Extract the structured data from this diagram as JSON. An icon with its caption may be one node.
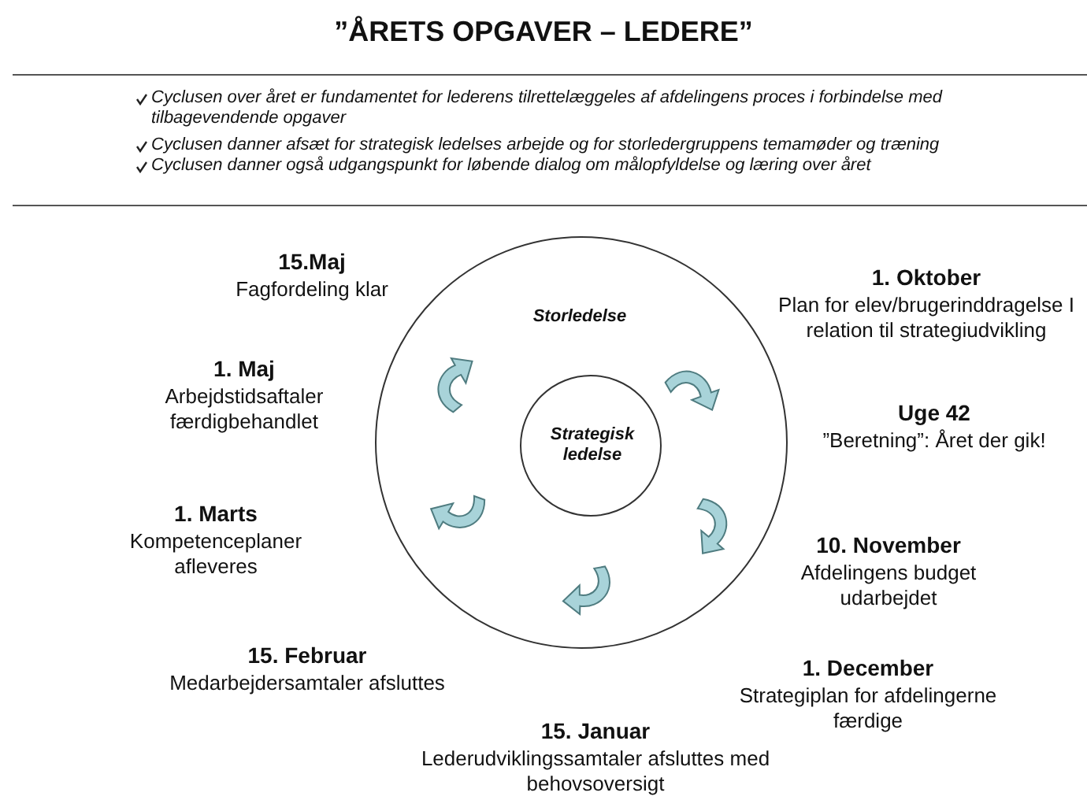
{
  "diagram": {
    "title": "”ÅRETS OPGAVER – LEDERE”",
    "nodes": [
      {
        "text": [
          "Storledelse"
        ]
      },
      {
        "text": [
          "Strategisk ledelse"
        ],
        "in": 0
      }
    ],
    "edges": [],
    "labels": [
      "Cyclusen over året er fundamentet for lederens tilrettelæggeles af afdelingens proces i forbindelse med tilbagevendende opgaver",
      "Cyclusen danner afsæt for strategisk ledelses arbejde og for storledergruppens temamøder og træning",
      "Cyclusen danner også udgangspunkt for løbende dialog om målopfyldelse og læring over året",
      "15.Maj",
      "Fagfordeling klar",
      "1. Oktober",
      "Plan for elev/brugerinddragelse I relation til strategiudvikling",
      "1. Maj",
      "Arbejdstidsaftaler færdigbehandlet",
      "Uge 42",
      "”Beretning”: Året der gik!",
      "1. Marts",
      "Kompetenceplaner afleveres",
      "10. November",
      "Afdelingens budget udarbejdet",
      "15. Februar",
      "Medarbejdersamtaler afsluttes",
      "1. December",
      "Strategiplan for afdelingerne færdige",
      "15. Januar",
      "Lederudviklingssamtaler afsluttes med behovsoversigt"
    ]
  }
}
